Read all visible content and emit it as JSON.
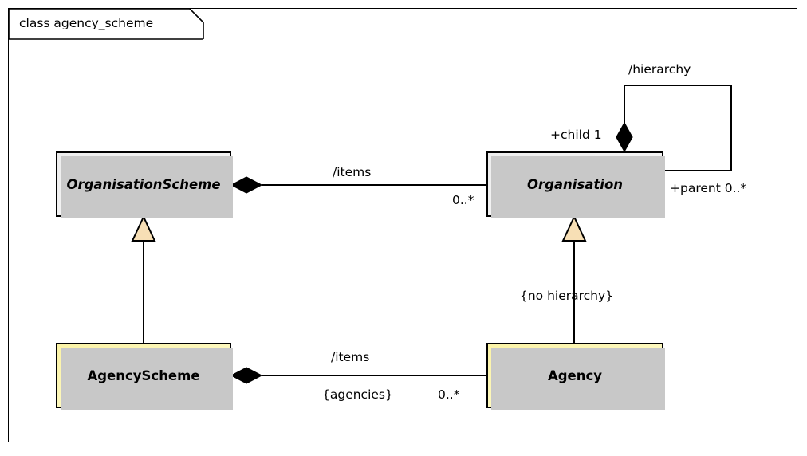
{
  "frame": {
    "title": "class agency_scheme"
  },
  "classes": [
    {
      "id": "organisation_scheme",
      "name": "OrganisationScheme",
      "abstract": true,
      "fill": "#f0f0f0"
    },
    {
      "id": "organisation",
      "name": "Organisation",
      "abstract": true,
      "fill": "#f0f0f0"
    },
    {
      "id": "agency_scheme",
      "name": "AgencyScheme",
      "abstract": false,
      "fill": "#fbf3a6"
    },
    {
      "id": "agency",
      "name": "Agency",
      "abstract": false,
      "fill": "#fbf3a6"
    }
  ],
  "relationships": {
    "scheme_items": {
      "type": "composition",
      "from": "OrganisationScheme",
      "to": "Organisation",
      "role_label": "/items",
      "target_multiplicity": "0..*"
    },
    "hierarchy": {
      "type": "composition",
      "from": "Organisation",
      "to": "Organisation",
      "role_label": "/hierarchy",
      "child_end": "+child 1",
      "parent_end": "+parent 0..*"
    },
    "agency_items": {
      "type": "composition",
      "from": "AgencyScheme",
      "to": "Agency",
      "role_label": "/items",
      "constraint": "{agencies}",
      "target_multiplicity": "0..*"
    },
    "scheme_generalization": {
      "type": "generalization",
      "from": "AgencyScheme",
      "to": "OrganisationScheme",
      "constraint": ""
    },
    "agency_generalization": {
      "type": "generalization",
      "from": "Agency",
      "to": "Organisation",
      "constraint": "{no hierarchy}"
    }
  },
  "colors": {
    "abstract_fill": "#f0f0f0",
    "concrete_fill": "#fbf3a6",
    "generalization_head": "#f7dfb5",
    "line": "#000000",
    "shadow": "#c8c8c8"
  }
}
